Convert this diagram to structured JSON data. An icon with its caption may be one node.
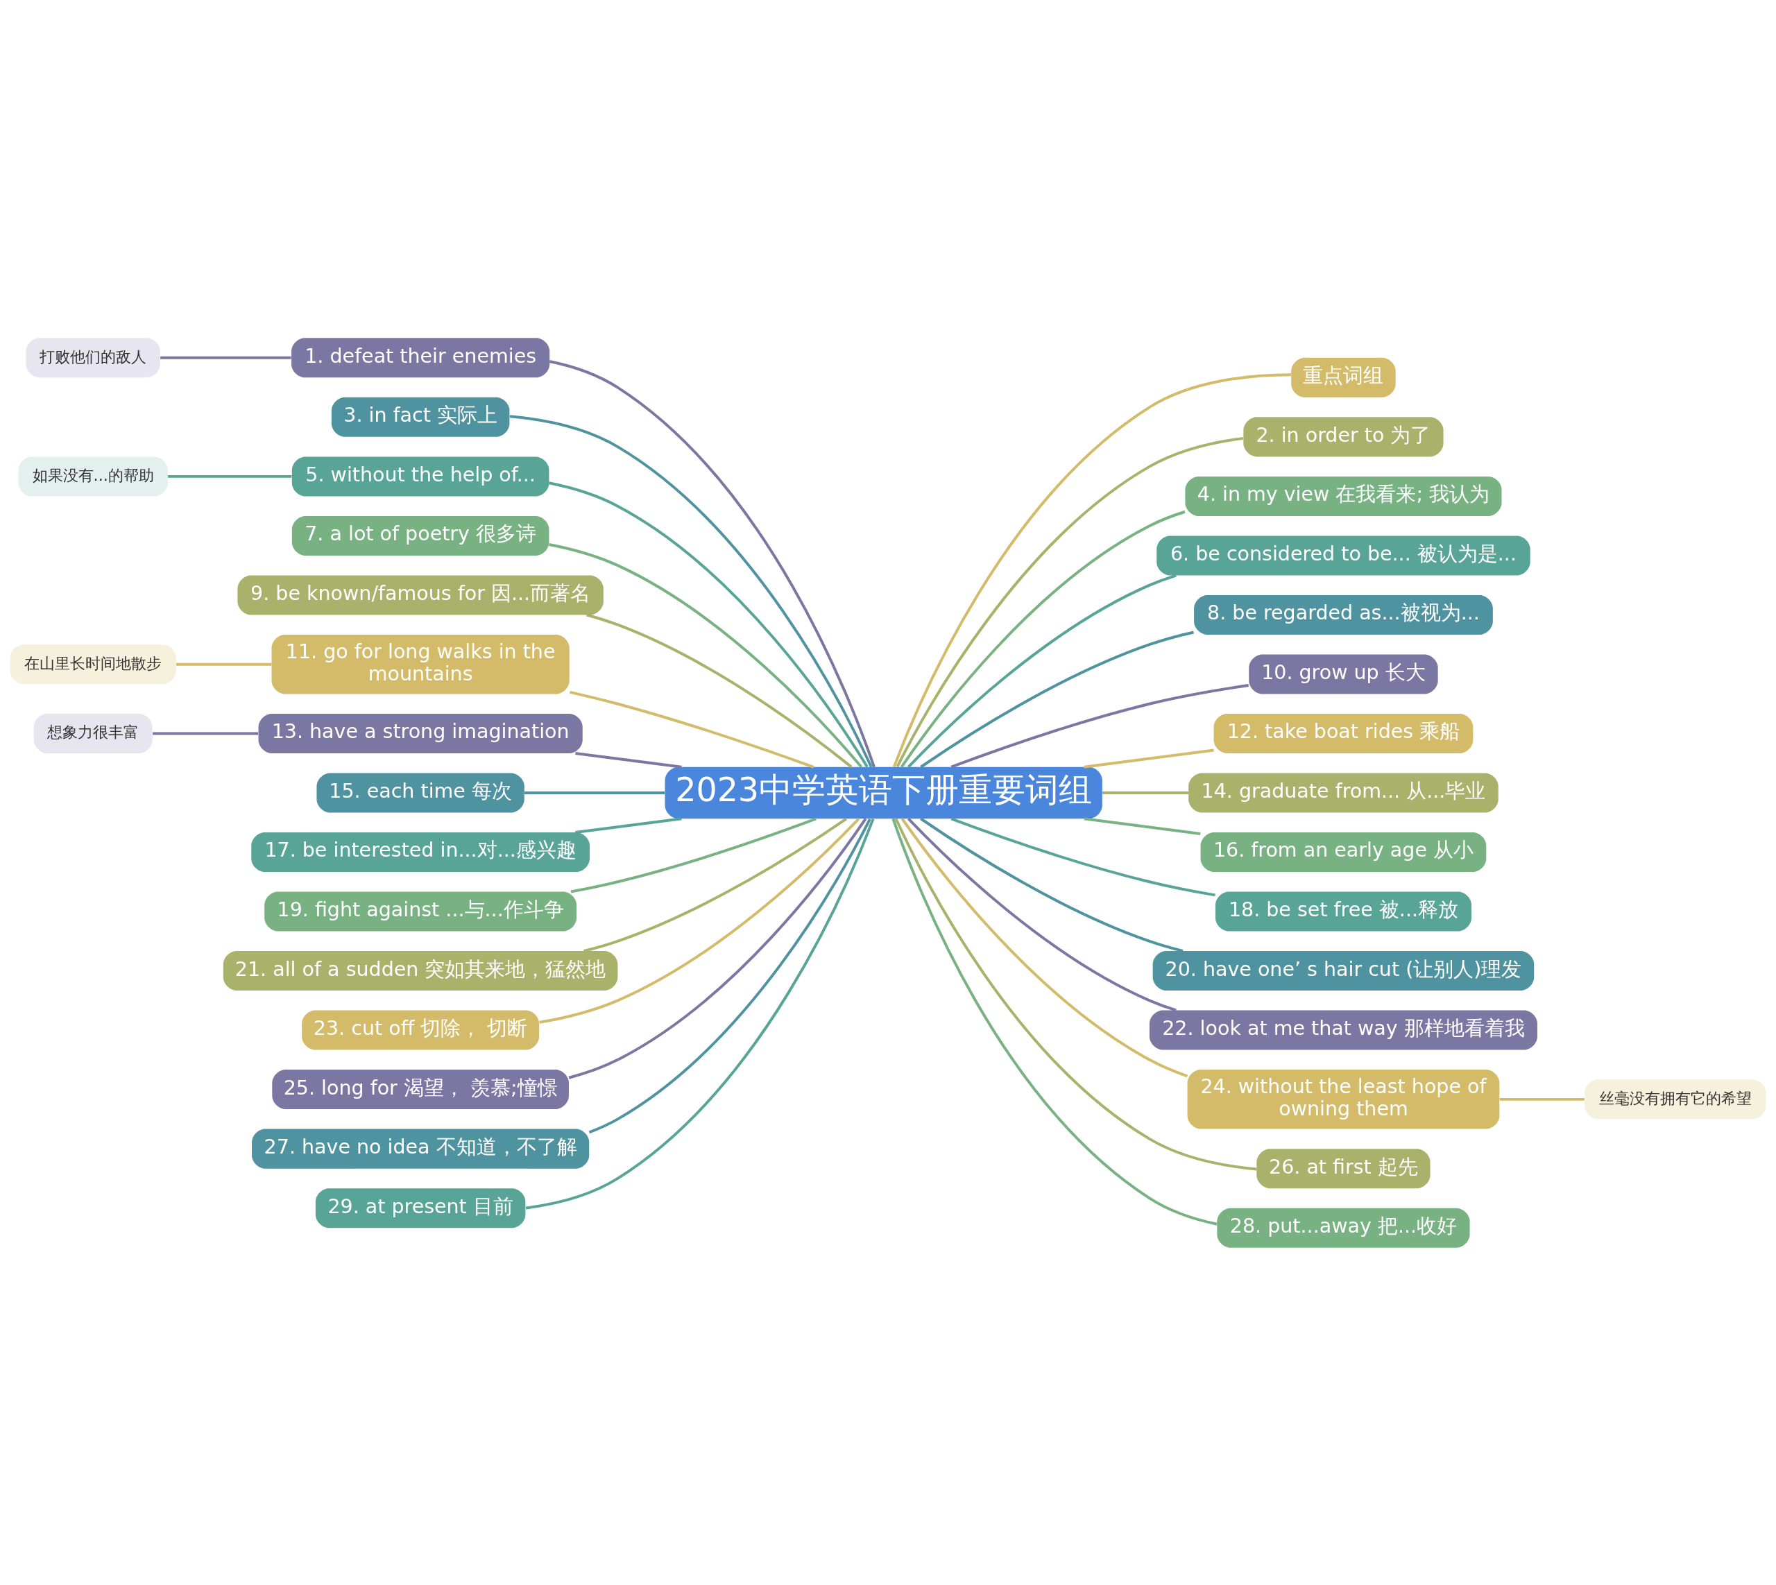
{
  "diagram": {
    "nodes": [
      {
        "text": [
          "2023中学英语下册重要词组"
        ]
      },
      {
        "text": [
          "1. defeat their enemies"
        ]
      },
      {
        "text": [
          "打败他们的敌人"
        ]
      },
      {
        "text": [
          "3. in fact 实际上"
        ]
      },
      {
        "text": [
          "5. without the help of..."
        ]
      },
      {
        "text": [
          "如果没有...的帮助"
        ]
      },
      {
        "text": [
          "7. a lot of poetry 很多诗"
        ]
      },
      {
        "text": [
          "9. be known/famous for 因...而著名"
        ]
      },
      {
        "text": [
          "11. go for long walks in the mountains"
        ]
      },
      {
        "text": [
          "在山里长时间地散步"
        ]
      },
      {
        "text": [
          "13. have a strong imagination"
        ]
      },
      {
        "text": [
          "想象力很丰富"
        ]
      },
      {
        "text": [
          "15. each time 每次"
        ]
      },
      {
        "text": [
          "17. be interested in...对...感兴趣"
        ]
      },
      {
        "text": [
          "19. fight against ...与...作斗争"
        ]
      },
      {
        "text": [
          "21. all of a sudden 突如其来地，猛然地"
        ]
      },
      {
        "text": [
          "23. cut off 切除， 切断"
        ]
      },
      {
        "text": [
          "25. long for 渴望， 羡慕;憧憬"
        ]
      },
      {
        "text": [
          "27. have no idea 不知道，不了解"
        ]
      },
      {
        "text": [
          "29. at present 目前"
        ]
      },
      {
        "text": [
          "重点词组"
        ]
      },
      {
        "text": [
          "2. in order to 为了"
        ]
      },
      {
        "text": [
          "4. in my view 在我看来; 我认为"
        ]
      },
      {
        "text": [
          "6. be considered to be... 被认为是..."
        ]
      },
      {
        "text": [
          "8. be regarded as...被视为..."
        ]
      },
      {
        "text": [
          "10. grow up 长大"
        ]
      },
      {
        "text": [
          "12. take boat rides 乘船"
        ]
      },
      {
        "text": [
          "14. graduate from... 从...毕业"
        ]
      },
      {
        "text": [
          "16. from an early age 从小"
        ]
      },
      {
        "text": [
          "18. be set free 被...释放"
        ]
      },
      {
        "text": [
          "20. have one’ s hair cut (让别人)理发"
        ]
      },
      {
        "text": [
          "22. look at me that way 那样地看着我"
        ]
      },
      {
        "text": [
          "24. without the least hope of owning them"
        ]
      },
      {
        "text": [
          "丝毫没有拥有它的希望"
        ]
      },
      {
        "text": [
          "26. at first 起先"
        ]
      },
      {
        "text": [
          "28. put...away 把...收好"
        ]
      }
    ],
    "edges": [
      {
        "from": 0,
        "to": 1,
        "arrow": "none",
        "color": "#7a77a3"
      },
      {
        "from": 1,
        "to": 2,
        "arrow": "none",
        "color": "#7a77a3"
      },
      {
        "from": 0,
        "to": 3,
        "arrow": "none",
        "color": "#4f93a0"
      },
      {
        "from": 0,
        "to": 4,
        "arrow": "none",
        "color": "#58a497"
      },
      {
        "from": 4,
        "to": 5,
        "arrow": "none",
        "color": "#58a497"
      },
      {
        "from": 0,
        "to": 6,
        "arrow": "none",
        "color": "#78b283"
      },
      {
        "from": 0,
        "to": 7,
        "arrow": "none",
        "color": "#a9b26a"
      },
      {
        "from": 0,
        "to": 8,
        "arrow": "none",
        "color": "#d3bb6a"
      },
      {
        "from": 8,
        "to": 9,
        "arrow": "none",
        "color": "#d3bb6a"
      },
      {
        "from": 0,
        "to": 10,
        "arrow": "none",
        "color": "#7a77a3"
      },
      {
        "from": 10,
        "to": 11,
        "arrow": "none",
        "color": "#7a77a3"
      },
      {
        "from": 0,
        "to": 12,
        "arrow": "none",
        "color": "#4f93a0"
      },
      {
        "from": 0,
        "to": 13,
        "arrow": "none",
        "color": "#58a497"
      },
      {
        "from": 0,
        "to": 14,
        "arrow": "none",
        "color": "#78b283"
      },
      {
        "from": 0,
        "to": 15,
        "arrow": "none",
        "color": "#a9b26a"
      },
      {
        "from": 0,
        "to": 16,
        "arrow": "none",
        "color": "#d3bb6a"
      },
      {
        "from": 0,
        "to": 17,
        "arrow": "none",
        "color": "#7a77a3"
      },
      {
        "from": 0,
        "to": 18,
        "arrow": "none",
        "color": "#4f93a0"
      },
      {
        "from": 0,
        "to": 19,
        "arrow": "none",
        "color": "#58a497"
      },
      {
        "from": 0,
        "to": 20,
        "arrow": "none",
        "color": "#d3bb6a"
      },
      {
        "from": 0,
        "to": 21,
        "arrow": "none",
        "color": "#a9b26a"
      },
      {
        "from": 0,
        "to": 22,
        "arrow": "none",
        "color": "#78b283"
      },
      {
        "from": 0,
        "to": 23,
        "arrow": "none",
        "color": "#58a497"
      },
      {
        "from": 0,
        "to": 24,
        "arrow": "none",
        "color": "#4f93a0"
      },
      {
        "from": 0,
        "to": 25,
        "arrow": "none",
        "color": "#7a77a3"
      },
      {
        "from": 0,
        "to": 26,
        "arrow": "none",
        "color": "#d3bb6a"
      },
      {
        "from": 0,
        "to": 27,
        "arrow": "none",
        "color": "#a9b26a"
      },
      {
        "from": 0,
        "to": 28,
        "arrow": "none",
        "color": "#78b283"
      },
      {
        "from": 0,
        "to": 29,
        "arrow": "none",
        "color": "#58a497"
      },
      {
        "from": 0,
        "to": 30,
        "arrow": "none",
        "color": "#4f93a0"
      },
      {
        "from": 0,
        "to": 31,
        "arrow": "none",
        "color": "#7a77a3"
      },
      {
        "from": 0,
        "to": 32,
        "arrow": "none",
        "color": "#d3bb6a"
      },
      {
        "from": 32,
        "to": 33,
        "arrow": "none",
        "color": "#d3bb6a"
      },
      {
        "from": 0,
        "to": 34,
        "arrow": "none",
        "color": "#a9b26a"
      },
      {
        "from": 0,
        "to": 35,
        "arrow": "none",
        "color": "#78b283"
      }
    ]
  }
}
